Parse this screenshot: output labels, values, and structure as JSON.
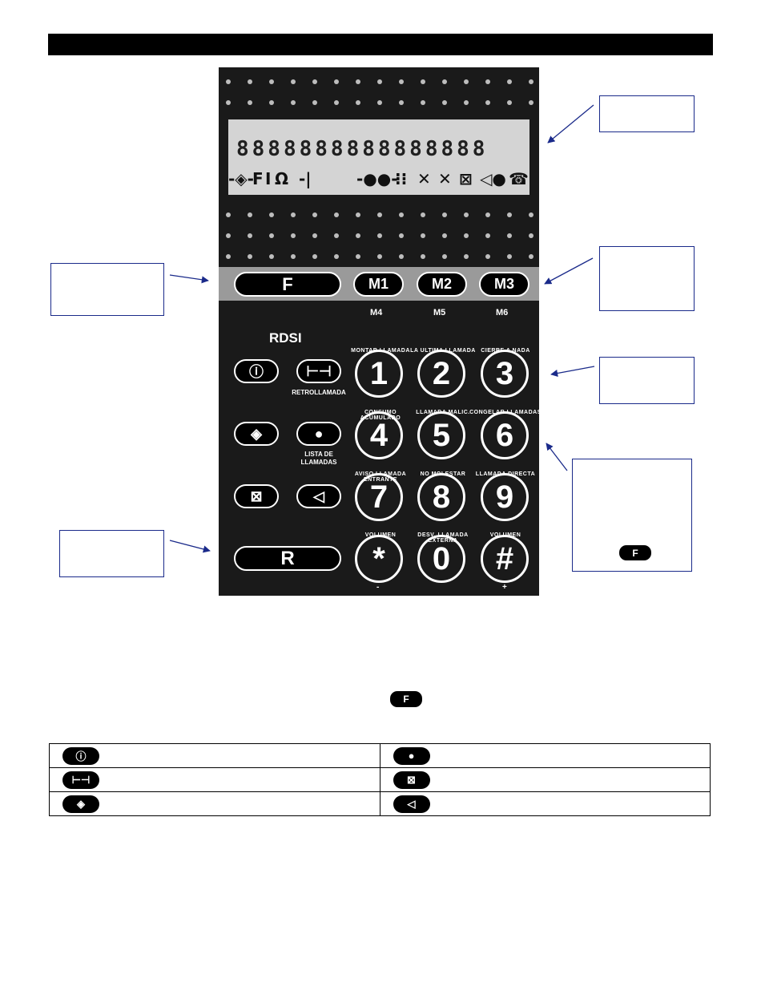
{
  "lcd": {
    "digits": "8888888888888888",
    "status_icons": [
      "-◈-",
      "F",
      "I",
      "Ω",
      "-|",
      "-●●-",
      "⁝⁝",
      "✕",
      "✕",
      "⊠",
      "◁●",
      "☎"
    ]
  },
  "function_keys": {
    "f_label": "F",
    "m1_label": "M1",
    "m2_label": "M2",
    "m3_label": "M3",
    "m4_label": "M4",
    "m5_label": "M5",
    "m6_label": "M6",
    "r_label": "R"
  },
  "service_keys": {
    "rdsi_label": "RDSI",
    "retrollamada_label": "RETROLLAMADA",
    "lista_label_1": "LISTA DE",
    "lista_label_2": "LLAMADAS"
  },
  "keypad": {
    "k1": "1",
    "k2": "2",
    "k3": "3",
    "k4": "4",
    "k5": "5",
    "k6": "6",
    "k7": "7",
    "k8": "8",
    "k9": "9",
    "kstar": "*",
    "k0": "0",
    "khash": "#",
    "arc_1": "MONTAR LLAMADA",
    "arc_2": "LA ULTIMA LLAMADA",
    "arc_3": "CIERRE A NADA",
    "arc_4": "CONSUMO ACUMULADO",
    "arc_5": "LLAMADA MALIC.",
    "arc_6": "CONGELAR LLAMADAS",
    "arc_7": "AVISO LLAMADA ENTRANTE",
    "arc_8": "NO MOLESTAR",
    "arc_9": "LLAMADA DIRECTA",
    "arc_star": "VOLUMEN",
    "arc_0": "DESV. LLAMADA EXTERNA",
    "arc_hash": "VOLUMEN",
    "below_star": "-",
    "below_hash": "+"
  },
  "callouts": {
    "f_badge": "F"
  },
  "inline_f_badge": "F",
  "legend": {
    "rows": [
      {
        "left_icon": "rdsi-icon",
        "right_icon": "lista-llamadas-icon"
      },
      {
        "left_icon": "retrollamada-icon",
        "right_icon": "mute-icon"
      },
      {
        "left_icon": "transfer-icon",
        "right_icon": "speaker-icon"
      }
    ]
  },
  "colors": {
    "panel": "#1a1a1a",
    "lcd": "#d4d4d4",
    "band": "#9a9a9a",
    "callout_border": "#1a2a8a"
  }
}
